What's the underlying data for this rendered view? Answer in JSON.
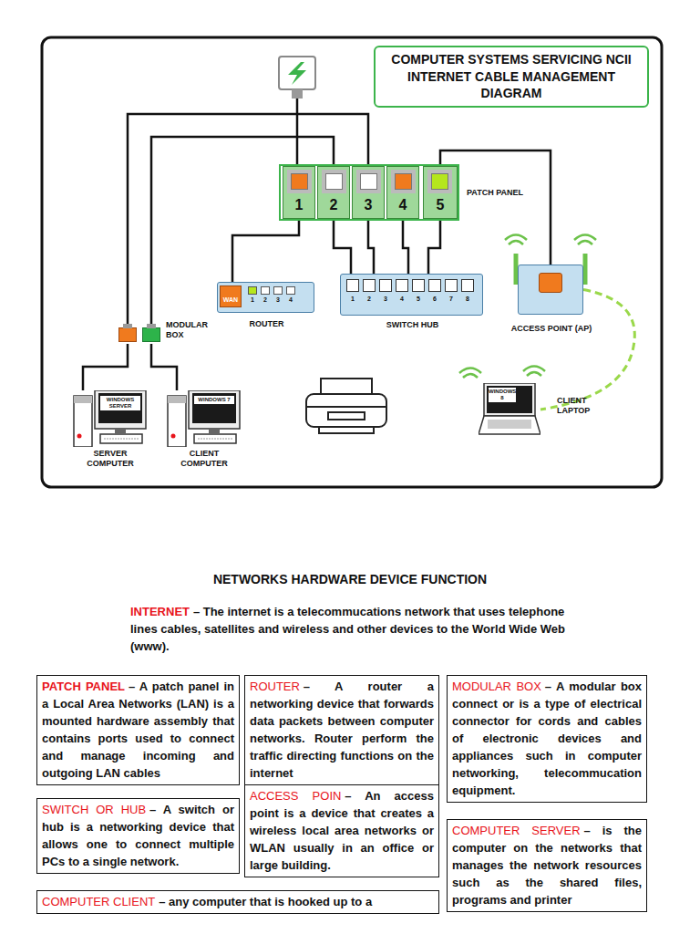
{
  "diagram": {
    "nodes": [
      {
        "text": [
          "COMPUTER SYSTEMS SERVICING NCII",
          "INTERNET CABLE MANAGEMENT DIAGRAM"
        ]
      },
      {
        "text": [
          "PATCH PANEL"
        ]
      },
      {
        "text": [
          "1"
        ],
        "in": 1
      },
      {
        "text": [
          "2"
        ],
        "in": 1
      },
      {
        "text": [
          "3"
        ],
        "in": 1
      },
      {
        "text": [
          "4"
        ],
        "in": 1
      },
      {
        "text": [
          "5"
        ],
        "in": 1
      },
      {
        "text": [
          "WAN",
          "1",
          "2",
          "3",
          "4",
          "ROUTER"
        ]
      },
      {
        "text": [
          "1",
          "2",
          "3",
          "4",
          "5",
          "6",
          "7",
          "8",
          "SWITCH HUB"
        ]
      },
      {
        "text": [
          "ACCESS POINT (AP)"
        ]
      },
      {
        "text": [
          "MODULAR BOX"
        ]
      },
      {
        "text": [
          "WINDOWS SERVER",
          "SERVER COMPUTER"
        ]
      },
      {
        "text": [
          "WINDOWS 7",
          "CLIENT COMPUTER"
        ]
      },
      {
        "text": [
          "WINDOWS 8",
          "CLIENT LAPTOP"
        ]
      },
      {
        "text": [
          "PATCH PANEL",
          "– A patch panel in a Local Area Networks (LAN) is a mounted hardware assembly that contains ports used to connect and manage incoming and outgoing LAN cables"
        ]
      },
      {
        "text": [
          "ROUTER",
          "– A router a networking device that forwards data packets between computer networks. Router perform the traffic directing functions on the internet"
        ]
      },
      {
        "text": [
          "MODULAR BOX",
          "– A modular box connect or is a type of electrical connector for cords and cables of electronic devices and appliances such in computer networking, telecommucation equipment."
        ]
      },
      {
        "text": [
          "SWITCH OR HUB",
          "– A switch or hub is a networking device that allows one to connect multiple PCs to a single network."
        ]
      },
      {
        "text": [
          "ACCESS POIN",
          "– An access point is a device that creates a wireless local area networks or WLAN usually in an office or large building."
        ]
      },
      {
        "text": [
          "COMPUTER SERVER",
          "– is the computer on the networks that manages the network resources such as the shared files, programs and printer"
        ]
      },
      {
        "text": [
          "COMPUTER CLIENT",
          "– any computer that is hooked up to a"
        ]
      }
    ],
    "edges": [
      {
        "from": 2,
        "to": 7,
        "arrow": "none"
      },
      {
        "from": 3,
        "to": 8,
        "arrow": "none"
      },
      {
        "from": 4,
        "to": 8,
        "arrow": "none"
      },
      {
        "from": 5,
        "to": 8,
        "arrow": "none"
      },
      {
        "from": 6,
        "to": 8,
        "arrow": "none"
      },
      {
        "from": 6,
        "to": 9,
        "arrow": "none"
      },
      {
        "from": 3,
        "to": 10,
        "arrow": "none"
      },
      {
        "from": 4,
        "to": 10,
        "arrow": "none"
      },
      {
        "from": 10,
        "to": 11,
        "arrow": "none"
      },
      {
        "from": 10,
        "to": 12,
        "arrow": "none"
      },
      {
        "from": 9,
        "to": 13,
        "arrow": "none"
      }
    ],
    "labels": [
      "NETWORKS HARDWARE DEVICE FUNCTION",
      "INTERNET",
      "– The internet is a telecommucations network that uses telephone lines cables, satellites and wireless and other devices to the World Wide Web (www)."
    ]
  }
}
